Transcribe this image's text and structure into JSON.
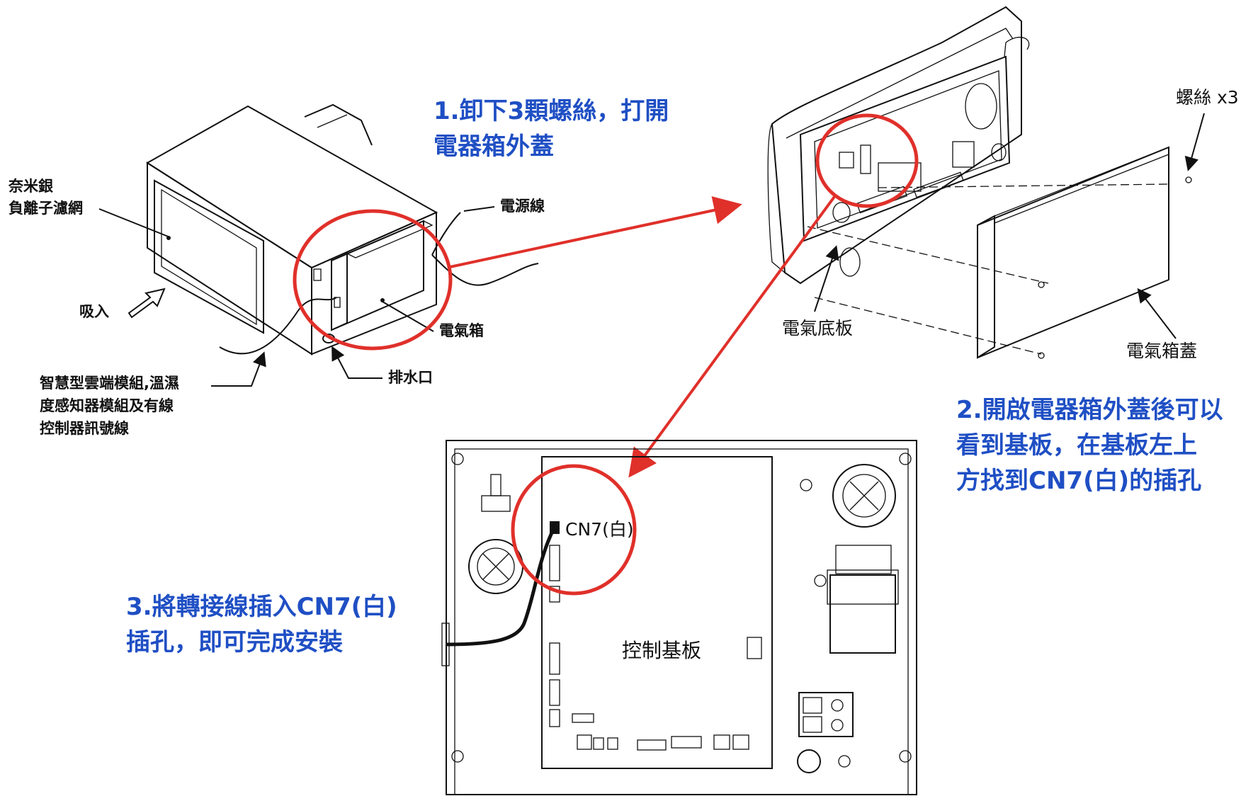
{
  "labels": {
    "filter_line1": "奈米銀",
    "filter_line2": "負離子濾網",
    "intake": "吸入",
    "power_cord": "電源線",
    "electrical_box": "電氣箱",
    "drain": "排水口",
    "module_line1": "智慧型雲端模組,溫濕",
    "module_line2": "度感知器模組及有線",
    "module_line3": "控制器訊號線",
    "screws": "螺絲 x3",
    "base_plate": "電氣底板",
    "box_cover": "電氣箱蓋",
    "cn7": "CN7(白)",
    "control_board": "控制基板"
  },
  "steps": {
    "step1_line1": "1.卸下3顆螺絲，打開",
    "step1_line2": "電器箱外蓋",
    "step2_line1": "2.開啟電器箱外蓋後可以",
    "step2_line2": "看到基板，在基板左上",
    "step2_line3": "方找到CN7(白)的插孔",
    "step3_line1": "3.將轉接線插入CN7(白)",
    "step3_line2": "插孔，即可完成安裝"
  },
  "colors": {
    "step_text": "#1f4fc4",
    "highlight_red": "#e0302a",
    "line_art": "#111111"
  }
}
